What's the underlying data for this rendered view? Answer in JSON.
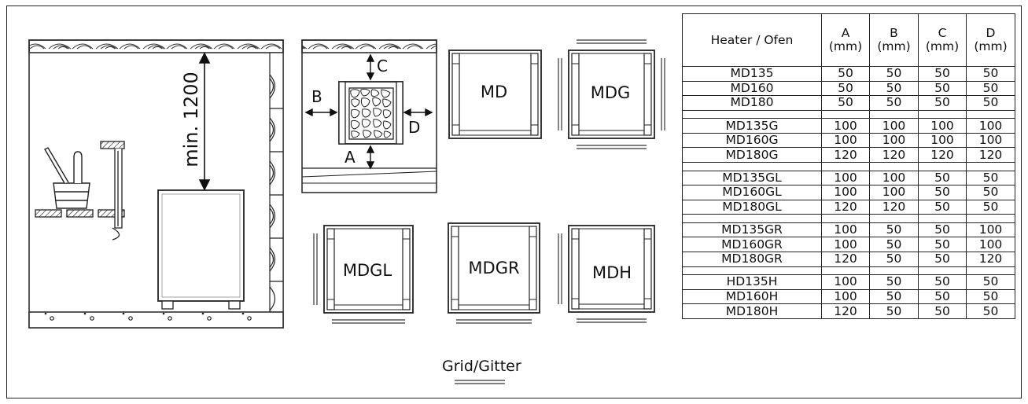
{
  "sauna_section": {
    "min_clearance_label": "min. 1200"
  },
  "clearance_diagram": {
    "label_a": "A",
    "label_b": "B",
    "label_c": "C",
    "label_d": "D"
  },
  "grid_variants": [
    {
      "label": "MD",
      "grids": []
    },
    {
      "label": "MDG",
      "grids": [
        "top",
        "bottom",
        "left",
        "right"
      ]
    },
    {
      "label": "MDGL",
      "grids": [
        "left",
        "bottom"
      ]
    },
    {
      "label": "MDGR",
      "grids": [
        "bottom"
      ]
    },
    {
      "label": "MDH",
      "grids": [
        "left",
        "bottom"
      ]
    }
  ],
  "legend": {
    "grid_label": "Grid/Gitter"
  },
  "table": {
    "headers": [
      "Heater / Ofen",
      "A\n(mm)",
      "B\n(mm)",
      "C\n(mm)",
      "D\n(mm)"
    ],
    "groups": [
      [
        [
          "MD135",
          "50",
          "50",
          "50",
          "50"
        ],
        [
          "MD160",
          "50",
          "50",
          "50",
          "50"
        ],
        [
          "MD180",
          "50",
          "50",
          "50",
          "50"
        ]
      ],
      [
        [
          "MD135G",
          "100",
          "100",
          "100",
          "100"
        ],
        [
          "MD160G",
          "100",
          "100",
          "100",
          "100"
        ],
        [
          "MD180G",
          "120",
          "120",
          "120",
          "120"
        ]
      ],
      [
        [
          "MD135GL",
          "100",
          "100",
          "50",
          "50"
        ],
        [
          "MD160GL",
          "100",
          "100",
          "50",
          "50"
        ],
        [
          "MD180GL",
          "120",
          "120",
          "50",
          "50"
        ]
      ],
      [
        [
          "MD135GR",
          "100",
          "50",
          "50",
          "100"
        ],
        [
          "MD160GR",
          "100",
          "50",
          "50",
          "100"
        ],
        [
          "MD180GR",
          "120",
          "50",
          "50",
          "120"
        ]
      ],
      [
        [
          "HD135H",
          "100",
          "50",
          "50",
          "50"
        ],
        [
          "MD160H",
          "100",
          "50",
          "50",
          "50"
        ],
        [
          "MD180H",
          "120",
          "50",
          "50",
          "50"
        ]
      ]
    ]
  }
}
